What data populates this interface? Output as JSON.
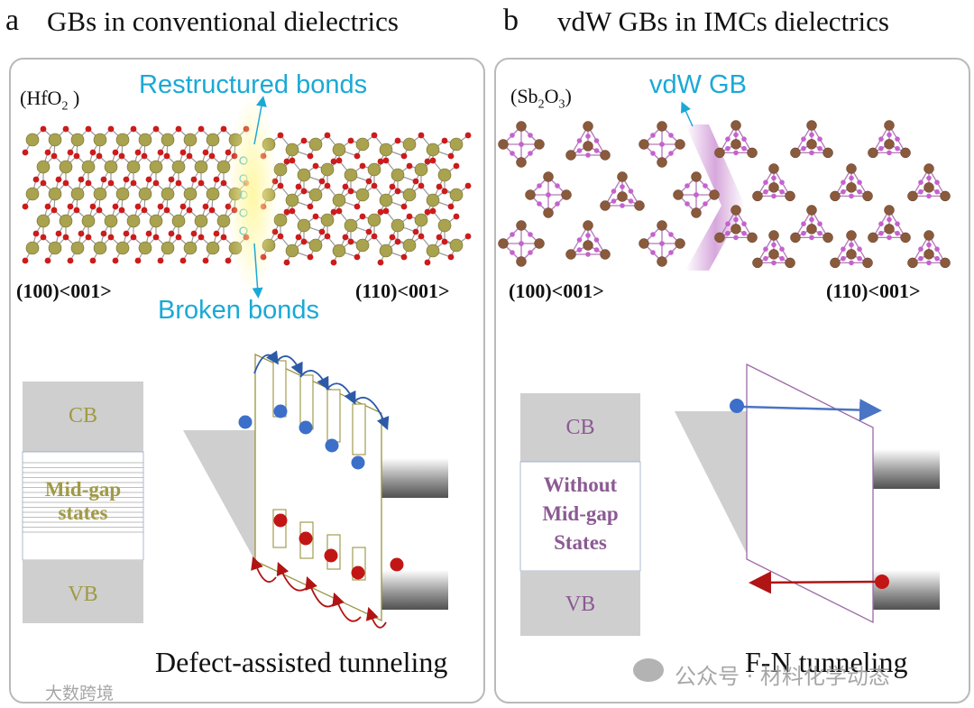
{
  "panel_a": {
    "letter": "a",
    "title": "GBs in conventional dielectrics",
    "formula_base": "(HfO",
    "formula_sub": "2",
    "formula_end": " )",
    "label_top": "Restructured bonds",
    "label_bottom": "Broken bonds",
    "facet_left": "(100)<001>",
    "facet_right": "(110)<001>",
    "cb": "CB",
    "midgap_line1": "Mid-gap",
    "midgap_line2": "states",
    "vb": "VB",
    "caption": "Defect-assisted tunneling"
  },
  "panel_b": {
    "letter": "b",
    "title": "vdW GBs in IMCs dielectrics",
    "formula_a": "(Sb",
    "formula_sub1": "2",
    "formula_b": "O",
    "formula_sub2": "3",
    "formula_c": ")",
    "label_gb": "vdW GB",
    "facet_left": "(100)<001>",
    "facet_right": "(110)<001>",
    "cb": "CB",
    "without_line1": "Without",
    "without_line2": "Mid-gap",
    "without_line3": "States",
    "vb": "VB",
    "caption": "F-N tunneling"
  },
  "watermark": {
    "left": "大数跨境",
    "right": "公众号 · 材料化学动态"
  },
  "colors": {
    "hf_atom": "#a9a24e",
    "o_atom": "#cc1b1b",
    "sb_atom": "#8a5a3c",
    "o_atom_b": "#c562cf",
    "cyan_label": "#1aa9d6",
    "band_gray": "#cfcfcf",
    "olive_text": "#a09a45",
    "purple_text": "#8b5a93",
    "electron_blue": "#3c6fc9",
    "hole_red": "#c21616"
  }
}
